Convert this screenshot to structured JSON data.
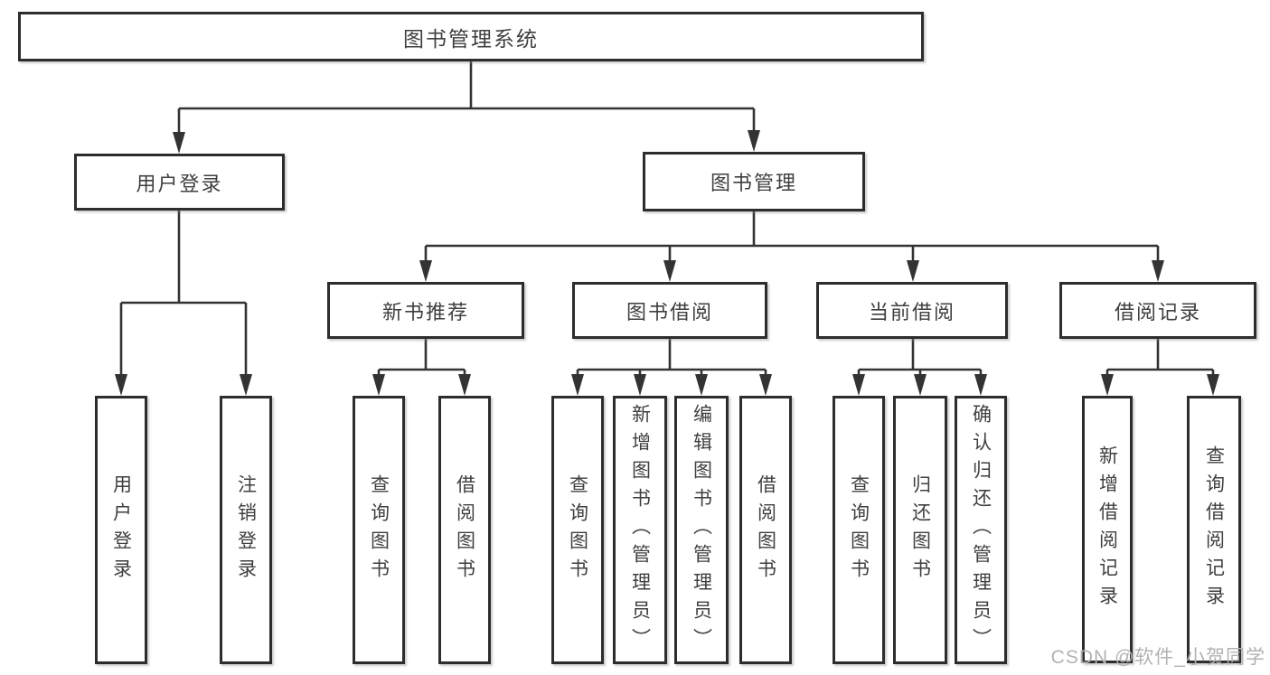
{
  "colors": {
    "line": "#333333",
    "box_border": "#2d2d2d",
    "box_fill": "#ffffff",
    "text": "#3f3f3f",
    "watermark": "#b2b2b2",
    "background": "#ffffff"
  },
  "diagram": {
    "root": {
      "label": "图书管理系统"
    },
    "level2": [
      {
        "label": "用户登录"
      },
      {
        "label": "图书管理"
      }
    ],
    "level3": [
      {
        "label": "新书推荐"
      },
      {
        "label": "图书借阅"
      },
      {
        "label": "当前借阅"
      },
      {
        "label": "借阅记录"
      }
    ],
    "leaves": {
      "user_login": [
        {
          "label": "用户登录"
        },
        {
          "label": "注销登录"
        }
      ],
      "new_book": [
        {
          "label": "查询图书"
        },
        {
          "label": "借阅图书"
        }
      ],
      "book_borrowing": [
        {
          "label": "查询图书"
        },
        {
          "label": "新增图书（管理员）"
        },
        {
          "label": "编辑图书（管理员）"
        },
        {
          "label": "借阅图书"
        }
      ],
      "current_borrowing": [
        {
          "label": "查询图书"
        },
        {
          "label": "归还图书"
        },
        {
          "label": "确认归还（管理员）"
        }
      ],
      "borrowing_records": [
        {
          "label": "新增借阅记录"
        },
        {
          "label": "查询借阅记录"
        }
      ]
    }
  },
  "watermark": {
    "text": "CSDN @软件_小贺同学"
  }
}
